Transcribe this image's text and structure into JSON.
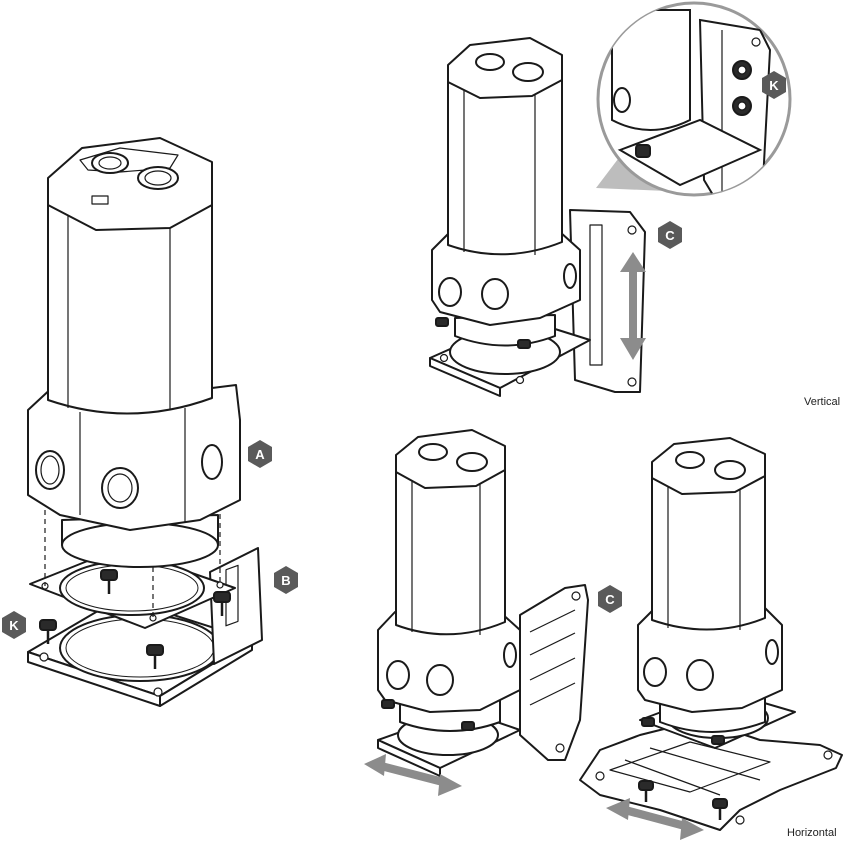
{
  "captions": {
    "vertical": "Vertical",
    "horizontal": "Horizontal"
  },
  "callouts": {
    "A": "A",
    "B": "B",
    "K_left": "K",
    "C_vertical": "C",
    "K_zoom": "K",
    "C_horizontal": "C"
  },
  "colors": {
    "outline": "#1a1a1a",
    "badge": "#5a5a5a",
    "arrow": "#8c8c8c",
    "zoom_frame": "#9a9a9a",
    "zoom_wedge": "#bdbdbd",
    "badge_text": "#ffffff"
  }
}
